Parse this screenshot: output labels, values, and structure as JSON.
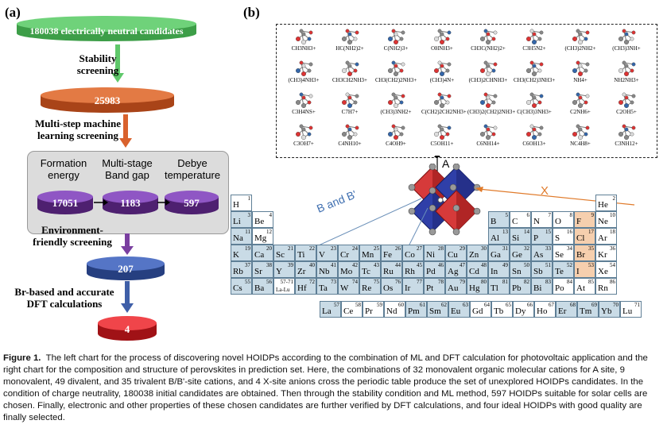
{
  "panel_a": {
    "label": "(a)",
    "top_disk": "180038 electrically neutral candidates",
    "step1": "Stability\nscreening",
    "disk2": "25983",
    "step2": "Multi-step machine\nlearning screening",
    "box": {
      "col1": "Formation\nenergy",
      "col2": "Multi-stage\nBand gap",
      "col3": "Debye\ntemperature",
      "v1": "17051",
      "v2": "1183",
      "v3": "597"
    },
    "step3": "Environment-\nfriendly screening",
    "disk3": "207",
    "step4": "Br-based and accurate\nDFT calculations",
    "disk4": "4",
    "colors": {
      "green": "#5fc86a",
      "orange": "#d9622d",
      "purple": "#7a3fa0",
      "blue": "#3f5fa8",
      "red": "#e0252b",
      "grey": "#dcdcdc"
    }
  },
  "panel_b": {
    "label": "(b)",
    "site_A": "A",
    "site_X": "X",
    "site_B": "B and B'",
    "molecules": [
      "CH3NH3+",
      "HC(NH2)2+",
      "C(NH2)3+",
      "OHNH3+",
      "CH3C(NH2)2+",
      "C3H5N2+",
      "(CH3)2NH2+",
      "(CH3)3NH+",
      "(CH3)4NH3+",
      "CH3CH2NH3+",
      "CH3(CH2)2NH3+",
      "(CH3)4N+",
      "(CH3)2CHNH3+",
      "CH3(CH2)3NH3+",
      "NH4+",
      "NH2NH3+",
      "C3H4NS+",
      "C7H7+",
      "(CH3)3NH2+",
      "C(CH2)2CH2NH3+",
      "(CH3)2(CH2)2NH3+",
      "C(CH3)3NH3+",
      "C2NH6+",
      "C2OH5+",
      "C3OH7+",
      "C4NH10+",
      "C4OH9+",
      "C5OH11+",
      "C6NH14+",
      "C6OH13+",
      "NC4H8+",
      "C3NH12+"
    ],
    "elements": [
      {
        "s": "H",
        "n": "1",
        "r": 0,
        "c": 0,
        "t": "w"
      },
      {
        "s": "He",
        "n": "2",
        "r": 0,
        "c": 17,
        "t": "w"
      },
      {
        "s": "Li",
        "n": "3",
        "r": 1,
        "c": 0,
        "t": "b"
      },
      {
        "s": "Be",
        "n": "4",
        "r": 1,
        "c": 1,
        "t": "w"
      },
      {
        "s": "B",
        "n": "5",
        "r": 1,
        "c": 12,
        "t": "b"
      },
      {
        "s": "C",
        "n": "6",
        "r": 1,
        "c": 13,
        "t": "w"
      },
      {
        "s": "N",
        "n": "7",
        "r": 1,
        "c": 14,
        "t": "w"
      },
      {
        "s": "O",
        "n": "8",
        "r": 1,
        "c": 15,
        "t": "w"
      },
      {
        "s": "F",
        "n": "9",
        "r": 1,
        "c": 16,
        "t": "o"
      },
      {
        "s": "Ne",
        "n": "10",
        "r": 1,
        "c": 17,
        "t": "w"
      },
      {
        "s": "Na",
        "n": "11",
        "r": 2,
        "c": 0,
        "t": "b"
      },
      {
        "s": "Mg",
        "n": "12",
        "r": 2,
        "c": 1,
        "t": "w"
      },
      {
        "s": "Al",
        "n": "13",
        "r": 2,
        "c": 12,
        "t": "b"
      },
      {
        "s": "Si",
        "n": "14",
        "r": 2,
        "c": 13,
        "t": "b"
      },
      {
        "s": "P",
        "n": "15",
        "r": 2,
        "c": 14,
        "t": "b"
      },
      {
        "s": "S",
        "n": "16",
        "r": 2,
        "c": 15,
        "t": "w"
      },
      {
        "s": "Cl",
        "n": "17",
        "r": 2,
        "c": 16,
        "t": "o"
      },
      {
        "s": "Ar",
        "n": "18",
        "r": 2,
        "c": 17,
        "t": "w"
      },
      {
        "s": "K",
        "n": "19",
        "r": 3,
        "c": 0,
        "t": "b"
      },
      {
        "s": "Ca",
        "n": "20",
        "r": 3,
        "c": 1,
        "t": "b"
      },
      {
        "s": "Sc",
        "n": "21",
        "r": 3,
        "c": 2,
        "t": "b"
      },
      {
        "s": "Ti",
        "n": "22",
        "r": 3,
        "c": 3,
        "t": "b"
      },
      {
        "s": "V",
        "n": "23",
        "r": 3,
        "c": 4,
        "t": "b"
      },
      {
        "s": "Cr",
        "n": "24",
        "r": 3,
        "c": 5,
        "t": "b"
      },
      {
        "s": "Mn",
        "n": "25",
        "r": 3,
        "c": 6,
        "t": "b"
      },
      {
        "s": "Fe",
        "n": "26",
        "r": 3,
        "c": 7,
        "t": "b"
      },
      {
        "s": "Co",
        "n": "27",
        "r": 3,
        "c": 8,
        "t": "b"
      },
      {
        "s": "Ni",
        "n": "28",
        "r": 3,
        "c": 9,
        "t": "b"
      },
      {
        "s": "Cu",
        "n": "29",
        "r": 3,
        "c": 10,
        "t": "b"
      },
      {
        "s": "Zn",
        "n": "30",
        "r": 3,
        "c": 11,
        "t": "b"
      },
      {
        "s": "Ga",
        "n": "31",
        "r": 3,
        "c": 12,
        "t": "b"
      },
      {
        "s": "Ge",
        "n": "32",
        "r": 3,
        "c": 13,
        "t": "b"
      },
      {
        "s": "As",
        "n": "33",
        "r": 3,
        "c": 14,
        "t": "b"
      },
      {
        "s": "Se",
        "n": "34",
        "r": 3,
        "c": 15,
        "t": "w"
      },
      {
        "s": "Br",
        "n": "35",
        "r": 3,
        "c": 16,
        "t": "o"
      },
      {
        "s": "Kr",
        "n": "36",
        "r": 3,
        "c": 17,
        "t": "w"
      },
      {
        "s": "Rb",
        "n": "37",
        "r": 4,
        "c": 0,
        "t": "b"
      },
      {
        "s": "Sr",
        "n": "38",
        "r": 4,
        "c": 1,
        "t": "b"
      },
      {
        "s": "Y",
        "n": "39",
        "r": 4,
        "c": 2,
        "t": "b"
      },
      {
        "s": "Zr",
        "n": "40",
        "r": 4,
        "c": 3,
        "t": "b"
      },
      {
        "s": "Nb",
        "n": "41",
        "r": 4,
        "c": 4,
        "t": "b"
      },
      {
        "s": "Mo",
        "n": "42",
        "r": 4,
        "c": 5,
        "t": "b"
      },
      {
        "s": "Tc",
        "n": "43",
        "r": 4,
        "c": 6,
        "t": "b"
      },
      {
        "s": "Ru",
        "n": "44",
        "r": 4,
        "c": 7,
        "t": "b"
      },
      {
        "s": "Rh",
        "n": "45",
        "r": 4,
        "c": 8,
        "t": "b"
      },
      {
        "s": "Pd",
        "n": "46",
        "r": 4,
        "c": 9,
        "t": "b"
      },
      {
        "s": "Ag",
        "n": "47",
        "r": 4,
        "c": 10,
        "t": "b"
      },
      {
        "s": "Cd",
        "n": "48",
        "r": 4,
        "c": 11,
        "t": "b"
      },
      {
        "s": "In",
        "n": "49",
        "r": 4,
        "c": 12,
        "t": "b"
      },
      {
        "s": "Sn",
        "n": "50",
        "r": 4,
        "c": 13,
        "t": "b"
      },
      {
        "s": "Sb",
        "n": "51",
        "r": 4,
        "c": 14,
        "t": "b"
      },
      {
        "s": "Te",
        "n": "52",
        "r": 4,
        "c": 15,
        "t": "b"
      },
      {
        "s": "I",
        "n": "53",
        "r": 4,
        "c": 16,
        "t": "o"
      },
      {
        "s": "Xe",
        "n": "54",
        "r": 4,
        "c": 17,
        "t": "w"
      },
      {
        "s": "Cs",
        "n": "55",
        "r": 5,
        "c": 0,
        "t": "b"
      },
      {
        "s": "Ba",
        "n": "56",
        "r": 5,
        "c": 1,
        "t": "b"
      },
      {
        "s": "La-Lu",
        "n": "57-71",
        "r": 5,
        "c": 2,
        "t": "w"
      },
      {
        "s": "Hf",
        "n": "72",
        "r": 5,
        "c": 3,
        "t": "b"
      },
      {
        "s": "Ta",
        "n": "73",
        "r": 5,
        "c": 4,
        "t": "b"
      },
      {
        "s": "W",
        "n": "74",
        "r": 5,
        "c": 5,
        "t": "b"
      },
      {
        "s": "Re",
        "n": "75",
        "r": 5,
        "c": 6,
        "t": "b"
      },
      {
        "s": "Os",
        "n": "76",
        "r": 5,
        "c": 7,
        "t": "b"
      },
      {
        "s": "Ir",
        "n": "77",
        "r": 5,
        "c": 8,
        "t": "b"
      },
      {
        "s": "Pt",
        "n": "78",
        "r": 5,
        "c": 9,
        "t": "b"
      },
      {
        "s": "Au",
        "n": "79",
        "r": 5,
        "c": 10,
        "t": "b"
      },
      {
        "s": "Hg",
        "n": "80",
        "r": 5,
        "c": 11,
        "t": "b"
      },
      {
        "s": "Tl",
        "n": "81",
        "r": 5,
        "c": 12,
        "t": "b"
      },
      {
        "s": "Pb",
        "n": "82",
        "r": 5,
        "c": 13,
        "t": "b"
      },
      {
        "s": "Bi",
        "n": "83",
        "r": 5,
        "c": 14,
        "t": "b"
      },
      {
        "s": "Po",
        "n": "84",
        "r": 5,
        "c": 15,
        "t": "w"
      },
      {
        "s": "At",
        "n": "85",
        "r": 5,
        "c": 16,
        "t": "w"
      },
      {
        "s": "Rn",
        "n": "86",
        "r": 5,
        "c": 17,
        "t": "w"
      },
      {
        "s": "La",
        "n": "57",
        "r": 6,
        "c": 2,
        "t": "b"
      },
      {
        "s": "Ce",
        "n": "58",
        "r": 6,
        "c": 3,
        "t": "w"
      },
      {
        "s": "Pr",
        "n": "59",
        "r": 6,
        "c": 4,
        "t": "w"
      },
      {
        "s": "Nd",
        "n": "60",
        "r": 6,
        "c": 5,
        "t": "w"
      },
      {
        "s": "Pm",
        "n": "61",
        "r": 6,
        "c": 6,
        "t": "b"
      },
      {
        "s": "Sm",
        "n": "62",
        "r": 6,
        "c": 7,
        "t": "b"
      },
      {
        "s": "Eu",
        "n": "63",
        "r": 6,
        "c": 8,
        "t": "b"
      },
      {
        "s": "Gd",
        "n": "64",
        "r": 6,
        "c": 9,
        "t": "w"
      },
      {
        "s": "Tb",
        "n": "65",
        "r": 6,
        "c": 10,
        "t": "w"
      },
      {
        "s": "Dy",
        "n": "66",
        "r": 6,
        "c": 11,
        "t": "w"
      },
      {
        "s": "Ho",
        "n": "67",
        "r": 6,
        "c": 12,
        "t": "w"
      },
      {
        "s": "Er",
        "n": "68",
        "r": 6,
        "c": 13,
        "t": "b"
      },
      {
        "s": "Tm",
        "n": "69",
        "r": 6,
        "c": 14,
        "t": "b"
      },
      {
        "s": "Yb",
        "n": "70",
        "r": 6,
        "c": 15,
        "t": "b"
      },
      {
        "s": "Lu",
        "n": "71",
        "r": 6,
        "c": 16,
        "t": "w"
      }
    ],
    "cell_colors": {
      "b": "#c9dbe6",
      "w": "#ffffff",
      "o": "#f6cfae"
    }
  },
  "caption": {
    "prefix": "Figure 1.",
    "text": "The left chart for the process of discovering novel HOIDPs according to the combination of ML and DFT calculation for photovoltaic application and the right chart for the composition and structure of perovskites in prediction set. Here, the combinations of 32 monovalent organic molecular cations for A site, 9 monovalent, 49 divalent, and 35 trivalent B/B'-site cations, and 4 X-site anions cross the periodic table produce the set of unexplored HOIDPs candidates. In the condition of charge neutrality, 180038 initial candidates are obtained. Then through the stability condition and ML method, 597 HOIDPs suitable for solar cells are chosen. Finally, electronic and other properties of these chosen candidates are further verified by DFT calculations, and four ideal HOIDPs with good quality are finally selected."
  }
}
